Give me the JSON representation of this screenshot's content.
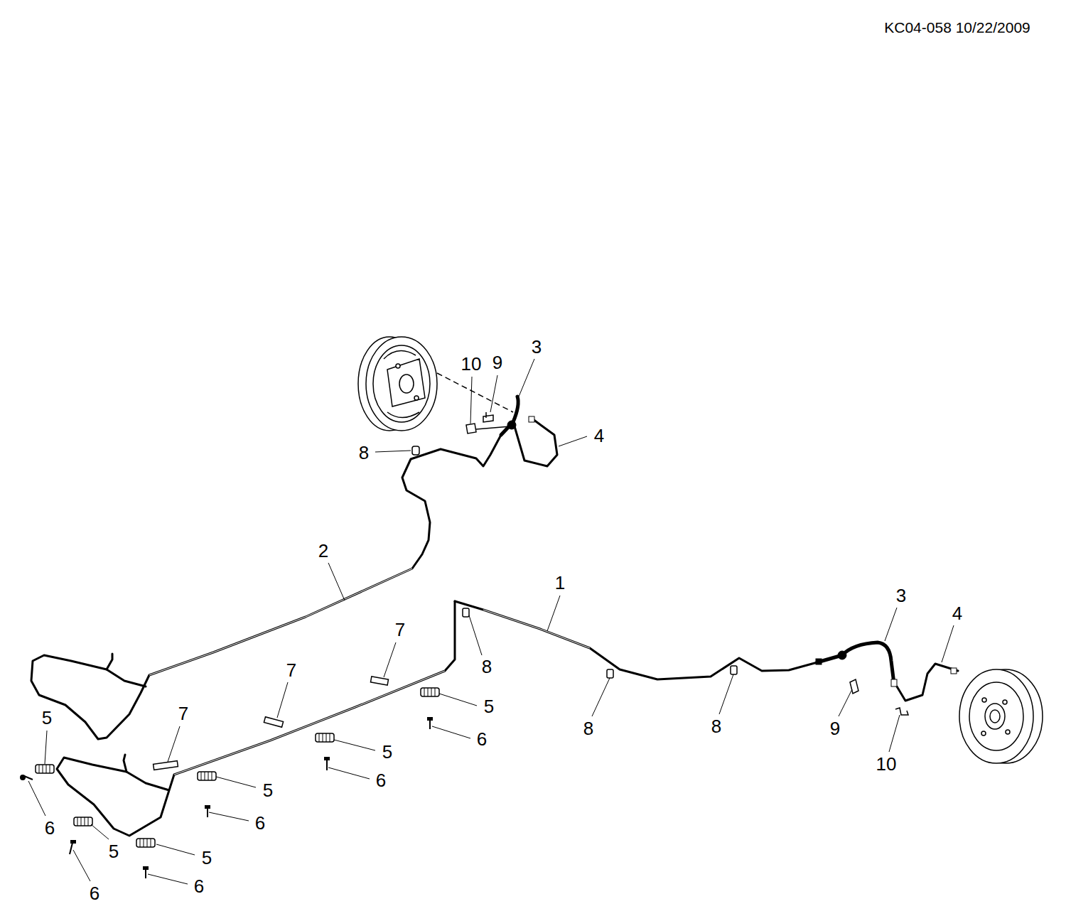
{
  "diagram": {
    "labels": [
      "KC04-058 10/22/2009",
      "3",
      "10",
      "9",
      "8",
      "4",
      "2",
      "1",
      "3",
      "4",
      "7",
      "7",
      "8",
      "5",
      "7",
      "5",
      "8",
      "8",
      "9",
      "6",
      "5",
      "10",
      "6",
      "5",
      "6",
      "6",
      "5",
      "5",
      "6",
      "6"
    ]
  }
}
